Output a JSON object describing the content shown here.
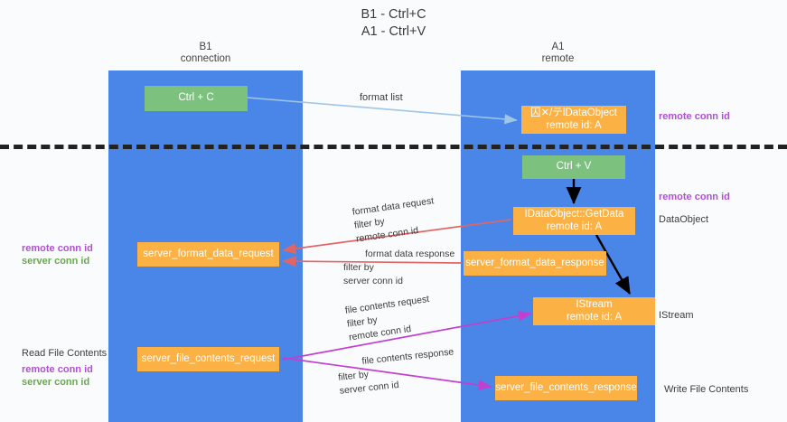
{
  "title": {
    "line1": "B1 - Ctrl+C",
    "line2": "A1 - Ctrl+V"
  },
  "lanes": [
    {
      "id": "b1",
      "name": "B1",
      "subtitle": "connection",
      "color": "#4a86e8"
    },
    {
      "id": "a1",
      "name": "A1",
      "subtitle": "remote",
      "color": "#4a86e8"
    }
  ],
  "colors": {
    "lane": "#4a86e8",
    "green_node": "#7dc17f",
    "orange_node": "#fbb143",
    "remote_conn_id": "#b04fd8",
    "server_conn_id": "#6aa84f",
    "arrow_format_list": "#9fc5e8",
    "arrow_format_data": "#e06666",
    "arrow_file_contents": "#c23fd0",
    "arrow_control": "#000000",
    "divider": "#222222"
  },
  "nodes": [
    {
      "id": "ctrl_c",
      "label": "Ctrl + C",
      "style": "green",
      "lane": "b1"
    },
    {
      "id": "register_dataobject",
      "label": "囚✕/テlDataObject",
      "sublabel": "remote id: A",
      "style": "orange",
      "lane": "a1"
    },
    {
      "id": "ctrl_v",
      "label": "Ctrl + V",
      "style": "green",
      "lane": "a1"
    },
    {
      "id": "get_data",
      "label": "IDataObject::GetData",
      "sublabel": "remote id: A",
      "style": "orange",
      "lane": "a1"
    },
    {
      "id": "server_format_data_request",
      "label": "server_format_data_request",
      "style": "orange",
      "lane": "b1"
    },
    {
      "id": "server_format_data_response",
      "label": "server_format_data_response",
      "style": "orange",
      "lane": "a1"
    },
    {
      "id": "istream",
      "label": "IStream",
      "sublabel": "remote id: A",
      "style": "orange",
      "lane": "a1"
    },
    {
      "id": "server_file_contents_request",
      "label": "server_file_contents_request",
      "style": "orange",
      "lane": "b1"
    },
    {
      "id": "server_file_contents_response",
      "label": "server_file_contents_response",
      "style": "orange",
      "lane": "a1"
    }
  ],
  "edges": [
    {
      "id": "format_list",
      "label": "format list",
      "color": "#9fc5e8",
      "direction": "b1-to-a1"
    },
    {
      "id": "format_data_request",
      "label_line1": "format data request",
      "label_line2_prefix": "filter by ",
      "label_line2_key": "remote conn id",
      "color": "#e06666",
      "direction": "a1-to-b1"
    },
    {
      "id": "format_data_response",
      "label_line1": "format data response",
      "label_line2_prefix": "filter by ",
      "label_line2_key": "server conn id",
      "color": "#e06666",
      "direction": "a1-to-b1"
    },
    {
      "id": "file_contents_request",
      "label_line1": "file contents request",
      "label_line2_prefix": "filter by ",
      "label_line2_key": "remote conn id",
      "color": "#c23fd0",
      "direction": "b1-to-a1"
    },
    {
      "id": "file_contents_response",
      "label_line1": "file contents response",
      "label_line2_prefix": "filter by ",
      "label_line2_key": "server conn id",
      "color": "#c23fd0",
      "direction": "b1-to-a1"
    }
  ],
  "annotations": {
    "remote_conn_id": "remote conn id",
    "server_conn_id": "server conn id",
    "dataobject": "DataObject",
    "istream": "IStream",
    "read_file_contents": "Read File Contents",
    "write_file_contents": "Write File Contents",
    "filter_by": "filter by "
  },
  "edge_labels": {
    "format_list": "format list",
    "format_data_request": "format data request",
    "format_data_response": "format data response",
    "file_contents_request": "file contents request",
    "file_contents_response": "file contents response"
  }
}
